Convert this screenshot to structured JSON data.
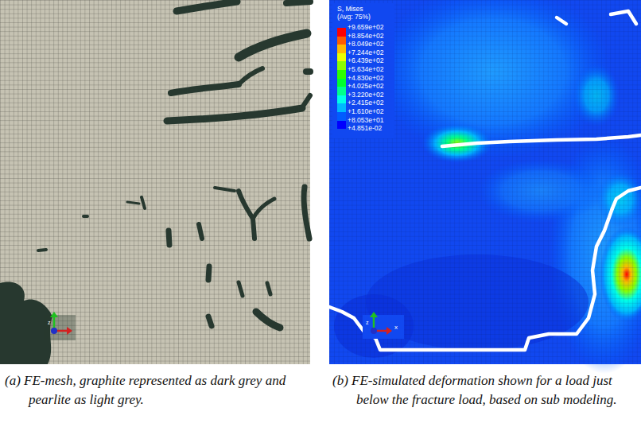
{
  "diagram": {
    "labels": [
      "S, Mises",
      "(Avg: 75%)",
      "+4.851e-02",
      "z",
      "z",
      "x",
      "(a) FE-mesh, graphite represented as dark grey and pearlite as light grey.",
      "(b) FE-simulated deformation shown for a load just below the fracture load, based on sub modeling."
    ],
    "legend": [
      {
        "text": "+9.659e+02",
        "color": "#ff0000"
      },
      {
        "text": "+8.854e+02",
        "color": "#ff5c00"
      },
      {
        "text": "+8.049e+02",
        "color": "#ffb900"
      },
      {
        "text": "+7.244e+02",
        "color": "#e8ff00"
      },
      {
        "text": "+6.439e+02",
        "color": "#8bff00"
      },
      {
        "text": "+5.634e+02",
        "color": "#2eff00"
      },
      {
        "text": "+4.830e+02",
        "color": "#00ff2e"
      },
      {
        "text": "+4.025e+02",
        "color": "#00ff8b"
      },
      {
        "text": "+3.220e+02",
        "color": "#00ffe8"
      },
      {
        "text": "+2.415e+02",
        "color": "#00b9ff"
      },
      {
        "text": "+1.610e+02",
        "color": "#005cff"
      },
      {
        "text": "+8.053e+01",
        "color": "#0000ff"
      }
    ]
  }
}
